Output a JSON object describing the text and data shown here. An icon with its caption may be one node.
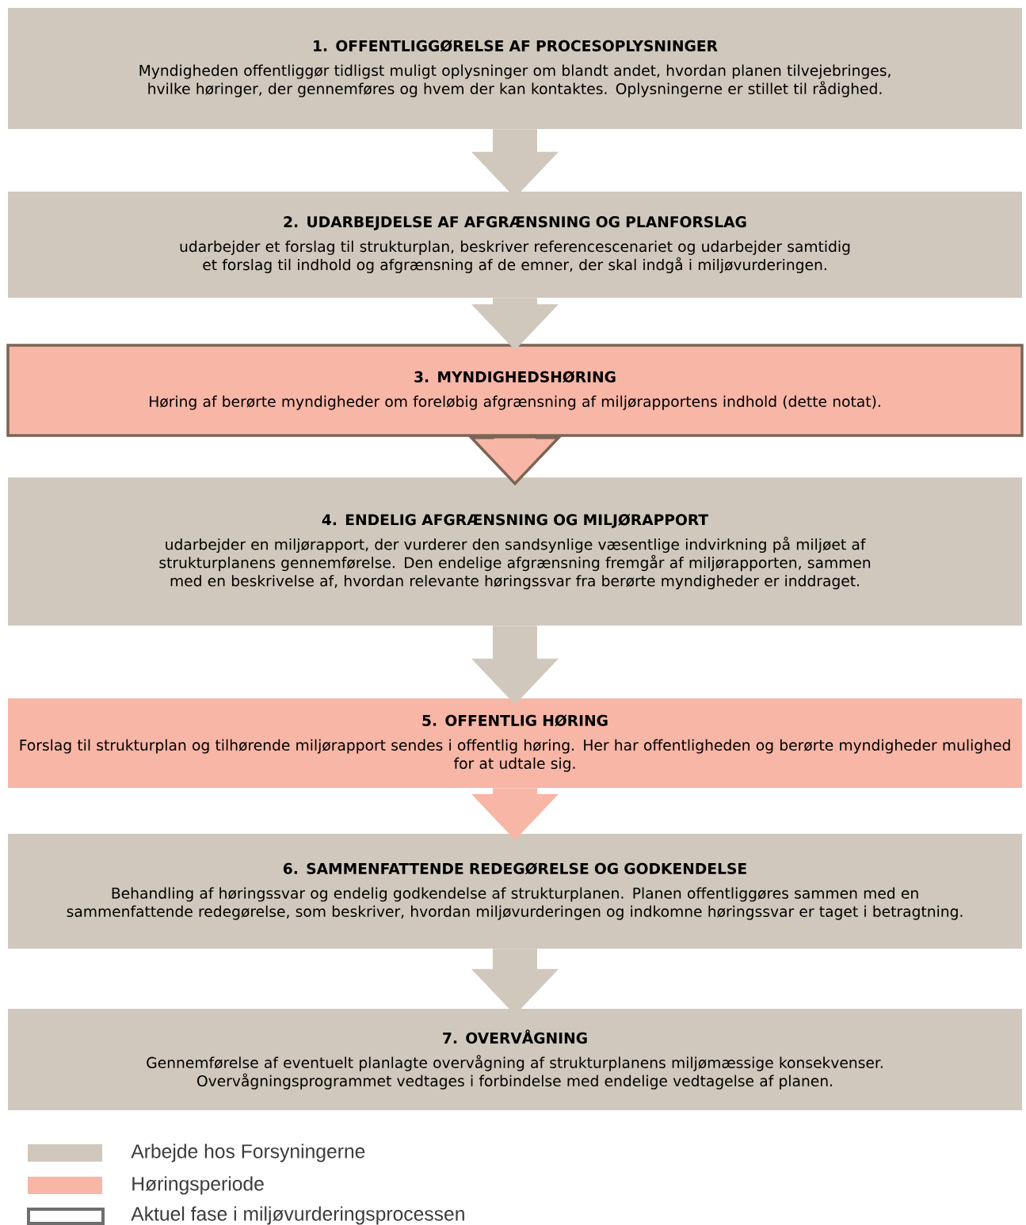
{
  "diagram": {
    "nodes": [
      {
        "text": [
          "1. OFFENTLIGGØRELSE AF PROCESOPLYSNINGER",
          "Myndigheden offentliggør tidligst muligt oplysninger om blandt andet, hvordan planen tilvejebringes, hvilke høringer, der gennemføres og hvem der kan kontaktes. Oplysningerne er stillet til rådighed."
        ]
      },
      {
        "text": [
          "2. UDARBEJDELSE AF AFGRÆNSNING OG PLANFORSLAG",
          "udarbejder et forslag til strukturplan, beskriver referencescenariet og udarbejder samtidig et forslag til indhold og afgrænsning af de emner, der skal indgå i miljøvurderingen."
        ]
      },
      {
        "text": [
          "3. MYNDIGHEDSHØRING",
          "Høring af berørte myndigheder om foreløbig afgrænsning af miljørapportens indhold (dette notat)."
        ]
      },
      {
        "text": [
          "4. ENDELIG AFGRÆNSNING OG MILJØRAPPORT",
          "udarbejder en miljørapport, der vurderer den sandsynlige væsentlige indvirkning på miljøet af strukturplanens gennemførelse. Den endelige afgrænsning fremgår af miljørapporten, sammen med en beskrivelse af, hvordan relevante høringssvar fra berørte myndigheder er inddraget."
        ]
      },
      {
        "text": [
          "5. OFFENTLIG HØRING",
          "Forslag til strukturplan og tilhørende miljørapport sendes i offentlig høring. Her har offentligheden og berørte myndigheder mulighed for at udtale sig."
        ]
      },
      {
        "text": [
          "6. SAMMENFATTENDE REDEGØRELSE OG GODKENDELSE",
          "Behandling af høringssvar og endelig godkendelse af strukturplanen. Planen offentliggøres sammen med en sammenfattende redegørelse, som beskriver, hvordan miljøvurderingen og indkomne høringssvar er taget i betragtning."
        ]
      },
      {
        "text": [
          "7. OVERVÅGNING",
          "Gennemførelse af eventuelt planlagte overvågning af strukturplanens miljømæssige konsekvenser. Overvågningsprogrammet vedtages i forbindelse med endelige vedtagelse af planen."
        ]
      }
    ],
    "edges": [
      {
        "from": 0,
        "to": 1,
        "arrow": "to"
      },
      {
        "from": 1,
        "to": 2,
        "arrow": "to"
      },
      {
        "from": 2,
        "to": 3,
        "arrow": "to",
        "style": "thick",
        "color": "#f7b6a6"
      },
      {
        "from": 3,
        "to": 4,
        "arrow": "to"
      },
      {
        "from": 4,
        "to": 5,
        "arrow": "to",
        "color": "#f7b6a6"
      },
      {
        "from": 5,
        "to": 6,
        "arrow": "to"
      }
    ],
    "legend": [
      {
        "text": "Arbejde hos Forsyningerne",
        "color": "#d0c8bc"
      },
      {
        "text": "Høringsperiode",
        "color": "#f7b6a6"
      },
      {
        "text": "Aktuel fase i miljøvurderingsprocessen"
      }
    ]
  }
}
